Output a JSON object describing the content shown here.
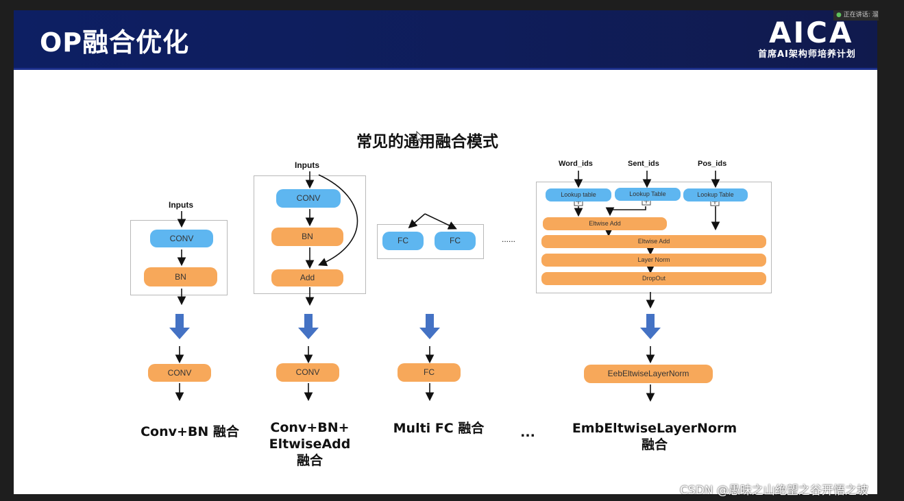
{
  "window": {
    "speaking_label": "正在讲话: 溜判"
  },
  "header": {
    "title": "OP融合优化",
    "logo_text": "AICA",
    "logo_subtitle": "首席AI架构师培养计划"
  },
  "slide": {
    "heading": "常见的通用融合模式",
    "ellipsis_mid": "......",
    "ellipsis_caption": "...",
    "diagram1": {
      "input": "Inputs",
      "nodes": [
        "CONV",
        "BN"
      ],
      "result": "CONV",
      "caption": "Conv+BN 融合"
    },
    "diagram2": {
      "input": "Inputs",
      "nodes": [
        "CONV",
        "BN",
        "Add"
      ],
      "result": "CONV",
      "caption_lines": [
        "Conv+BN+",
        "EltwiseAdd",
        "融合"
      ]
    },
    "diagram3": {
      "nodes": [
        "FC",
        "FC"
      ],
      "result": "FC",
      "caption": "Multi FC 融合"
    },
    "diagram4": {
      "inputs": [
        "Word_ids",
        "Sent_ids",
        "Pos_ids"
      ],
      "lookup_tables": [
        "Lookup table",
        "Lookup Table",
        "Lookup Table"
      ],
      "ops": [
        "Eltwise Add",
        "Eltwise Add",
        "Layer Norm",
        "DropOut"
      ],
      "result": "EebEltwiseLayerNorm",
      "caption_lines": [
        "EmbEltwiseLayerNorm",
        "融合"
      ]
    },
    "colors": {
      "blue_node": "#5eb6f0",
      "orange_node": "#f7a85a",
      "fuse_arrow": "#4472c4"
    }
  },
  "watermark": "CSDN @愚昧之山绝望之谷开悟之坡"
}
